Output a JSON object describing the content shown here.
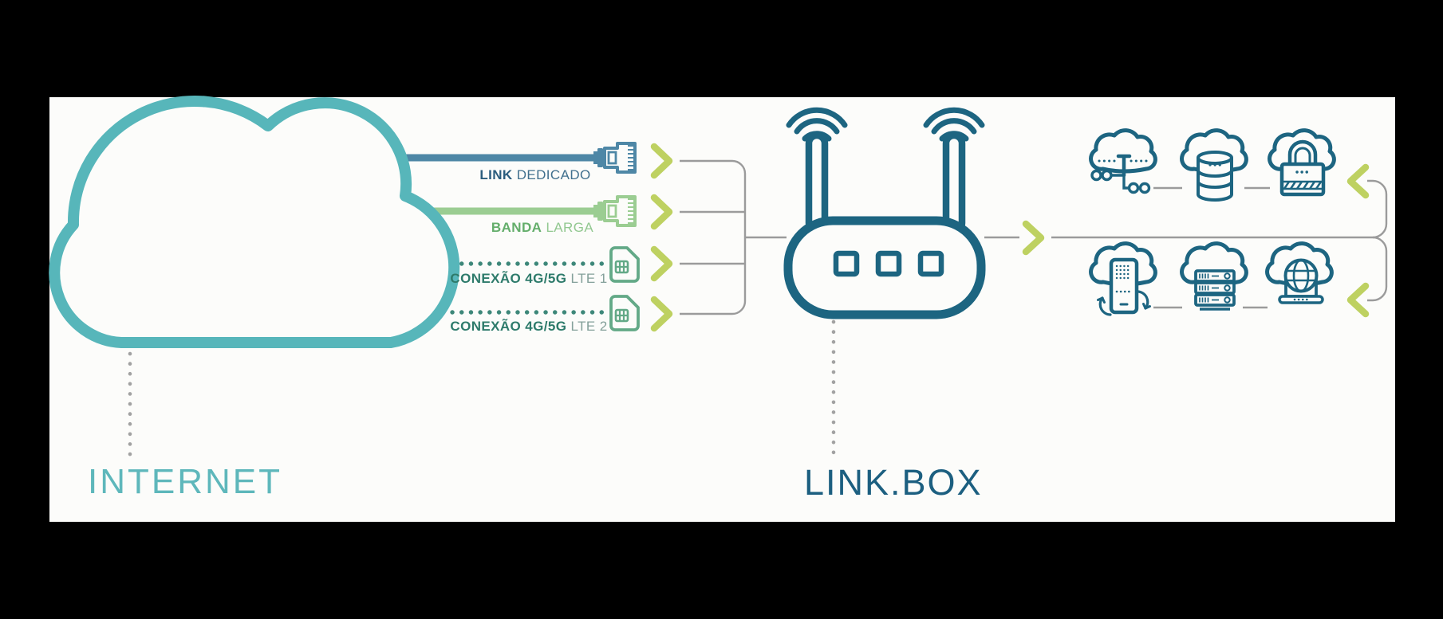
{
  "title": "LINK.BOX network diagram",
  "palette": {
    "background": "#000000",
    "panel": "#fcfcfa",
    "teal": "#57b6ba",
    "dark_blue": "#1d6581",
    "steel_blue": "#4e87a6",
    "light_green": "#9bcd92",
    "dark_green": "#3d8779",
    "lime": "#bed161",
    "gray": "#9b9b9b"
  },
  "internet": {
    "label": "INTERNET"
  },
  "linkbox": {
    "label": "LINK.BOX"
  },
  "connections": [
    {
      "strong": "LINK",
      "rest": "DEDICADO",
      "icon": "ethernet-plug-icon",
      "style": "solid"
    },
    {
      "strong": "BANDA",
      "rest": "LARGA",
      "icon": "ethernet-plug-icon",
      "style": "solid"
    },
    {
      "strong": "CONEXÃO 4G/5G",
      "rest": "LTE 1",
      "icon": "sim-card-icon",
      "style": "dotted"
    },
    {
      "strong": "CONEXÃO 4G/5G",
      "rest": "LTE 2",
      "icon": "sim-card-icon",
      "style": "dotted"
    }
  ],
  "services": {
    "top_row": [
      "cloud-network-icon",
      "cloud-database-icon",
      "cloud-security-icon"
    ],
    "bottom_row": [
      "cloud-mobile-sync-icon",
      "cloud-server-icon",
      "cloud-web-icon"
    ]
  }
}
